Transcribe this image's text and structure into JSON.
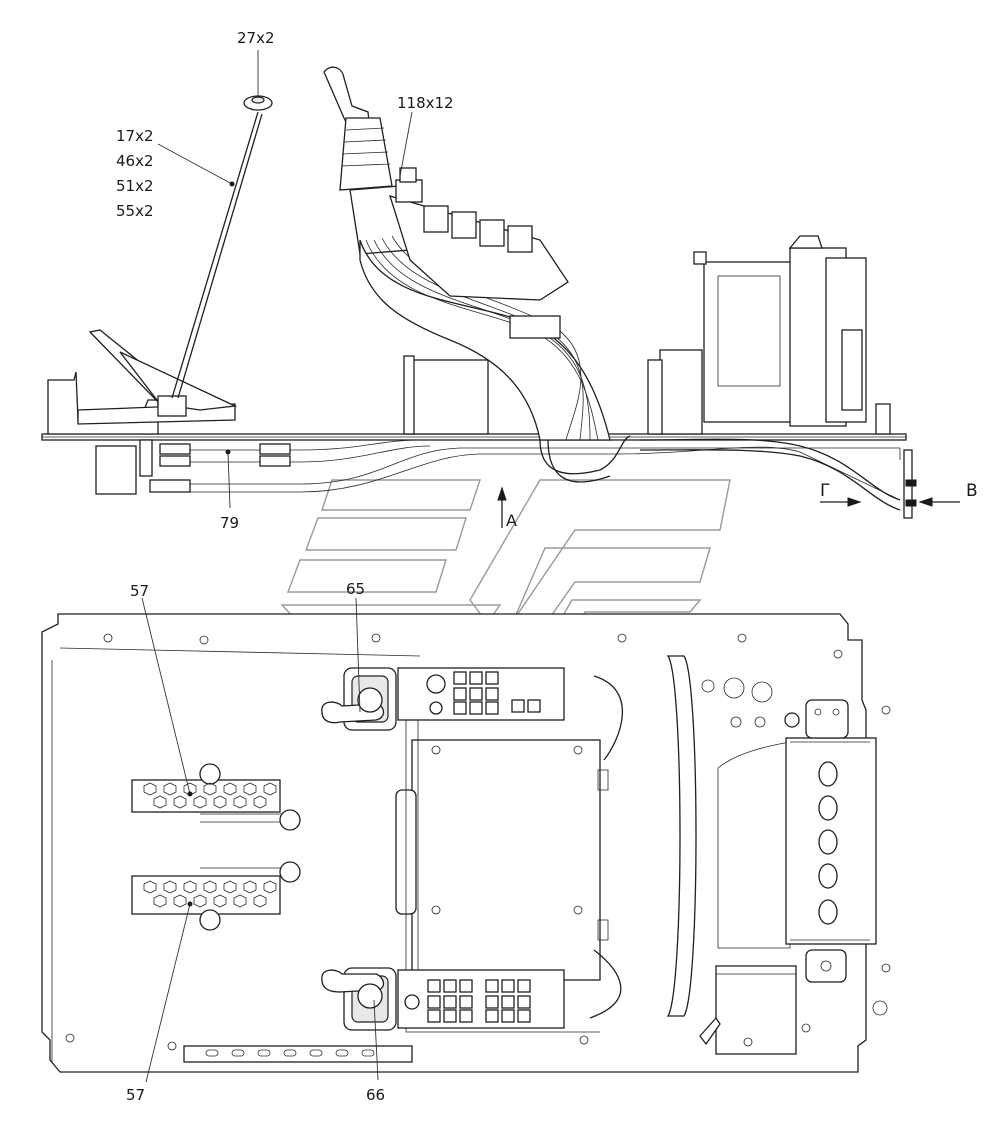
{
  "labels": {
    "callout_27x2": "27x2",
    "callout_118x12": "118x12",
    "callout_17x2": "17x2",
    "callout_46x2": "46x2",
    "callout_51x2": "51x2",
    "callout_55x2": "55x2",
    "callout_79": "79",
    "view_A": "A",
    "view_G": "Г",
    "view_V": "В",
    "callout_57_top": "57",
    "callout_65": "65",
    "callout_57_bottom": "57",
    "callout_66": "66"
  },
  "colors": {
    "line": "#1f1f1f",
    "watermark": "#9a9a9a",
    "background": "#ffffff"
  }
}
